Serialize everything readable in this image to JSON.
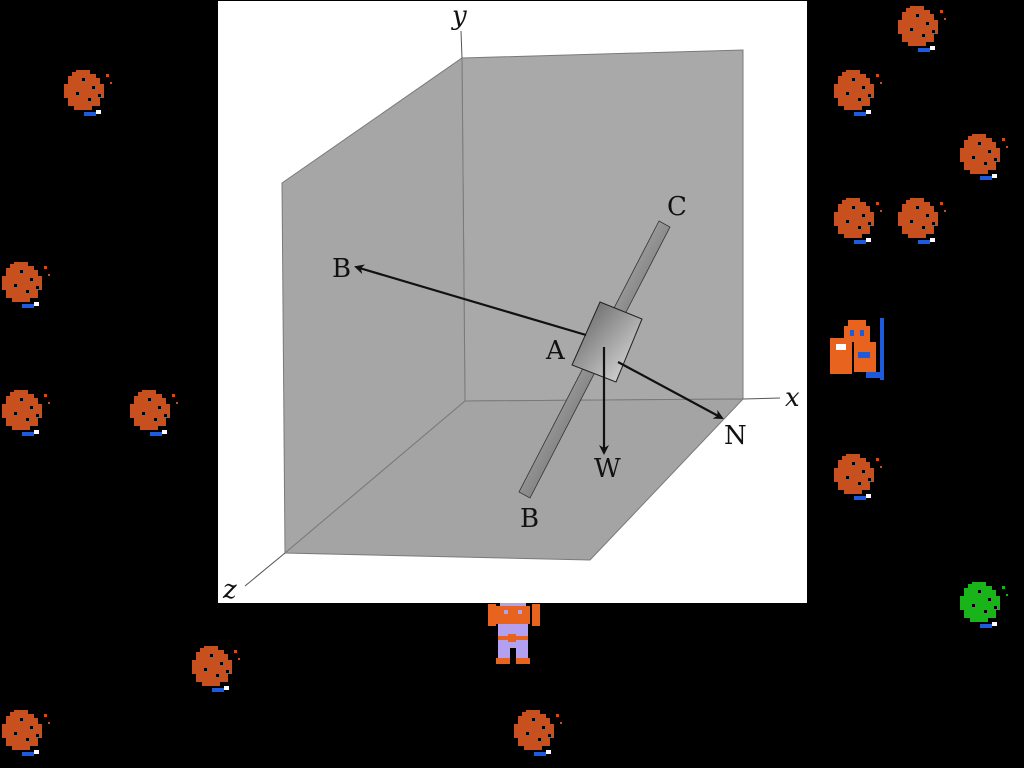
{
  "figure": {
    "axes": {
      "x": "x",
      "y": "y",
      "z": "z"
    },
    "points": {
      "top_end": "C",
      "collar": "A",
      "bottom_end": "B",
      "tension_arrow": "B",
      "weight_arrow": "W",
      "normal_arrow": "N"
    },
    "colors": {
      "panel": "#ffffff",
      "wall": "#a9a9a9",
      "floor": "#a4a4a4",
      "arrow": "#111111"
    }
  },
  "game": {
    "background": "#000000",
    "bush_color": "#c8501e",
    "green_bush_color": "#19b419",
    "bush_icon": "bush-sprite",
    "player_icon": "hero-sprite",
    "enemy_icon": "moblin-sprite"
  }
}
